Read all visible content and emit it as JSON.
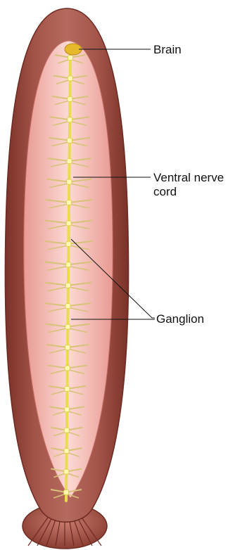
{
  "figure": {
    "labels": {
      "brain": "Brain",
      "ventral_nerve_cord_line1": "Ventral nerve",
      "ventral_nerve_cord_line2": "cord",
      "ganglion": "Ganglion"
    },
    "colors": {
      "body_wall": "#9c4a3d",
      "body_wall_dark": "#7a3228",
      "body_inner": "#f2b6b0",
      "body_inner_center": "#fbd6d2",
      "nerve_cord": "#e9dc4e",
      "ganglion": "#fff8b0",
      "nerves": "#d7c27a",
      "brain": "#e6b92b"
    },
    "ganglion_count": 22
  }
}
